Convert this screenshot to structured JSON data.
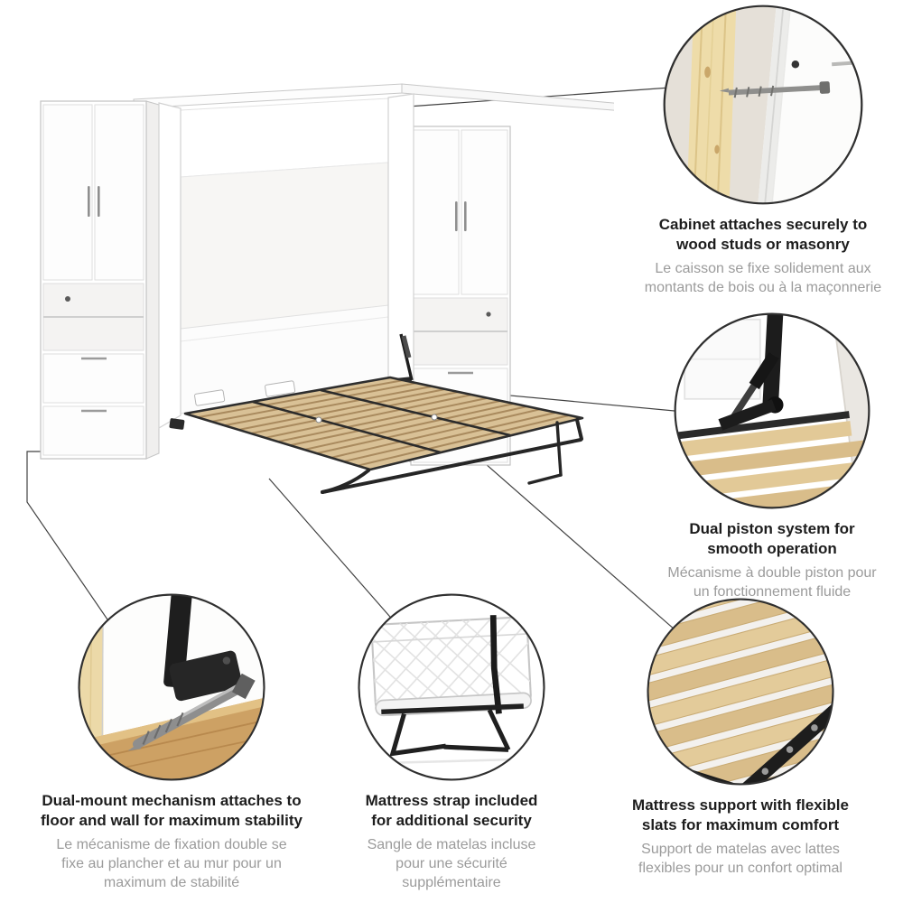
{
  "product": {
    "illustration": "queen-murphy-bed-open-with-two-storage-cabinets"
  },
  "colors": {
    "background": "#ffffff",
    "title_text": "#1d1d1d",
    "subtitle_text": "#9b9b9b",
    "circle_outline": "#2f2f2f",
    "connector_line": "#414141",
    "cabinet_white": "#ffffff",
    "cabinet_outline": "#c2c2c2",
    "slat_wood": "#d9c196",
    "slat_gap": "#a98a5e",
    "metal_frame": "#262626"
  },
  "features": [
    {
      "id": "cabinet-attachment",
      "image": "cabinet-wall-attachment-closeup",
      "title": "Cabinet attaches securely to wood studs or masonry",
      "subtitle": "Le caisson se fixe solidement aux montants de bois ou à la maçonnerie"
    },
    {
      "id": "dual-piston",
      "image": "dual-piston-mechanism-closeup",
      "title": "Dual piston system for smooth operation",
      "subtitle": "Mécanisme à double piston pour un fonctionnement fluide"
    },
    {
      "id": "dual-mount",
      "image": "floor-and-wall-mount-bolt-closeup",
      "title": "Dual-mount mechanism attaches to floor and wall for maximum stability",
      "subtitle": "Le mécanisme de fixation double se fixe au plancher et au mur pour un maximum de stabilité"
    },
    {
      "id": "mattress-strap",
      "image": "mattress-strap-closeup",
      "title": "Mattress strap included for additional security",
      "subtitle": "Sangle de matelas incluse pour une sécurité supplémentaire"
    },
    {
      "id": "mattress-support",
      "image": "flexible-slats-closeup",
      "title": "Mattress support with flexible slats for maximum comfort",
      "subtitle": "Support de matelas avec lattes flexibles pour un confort optimal"
    }
  ]
}
